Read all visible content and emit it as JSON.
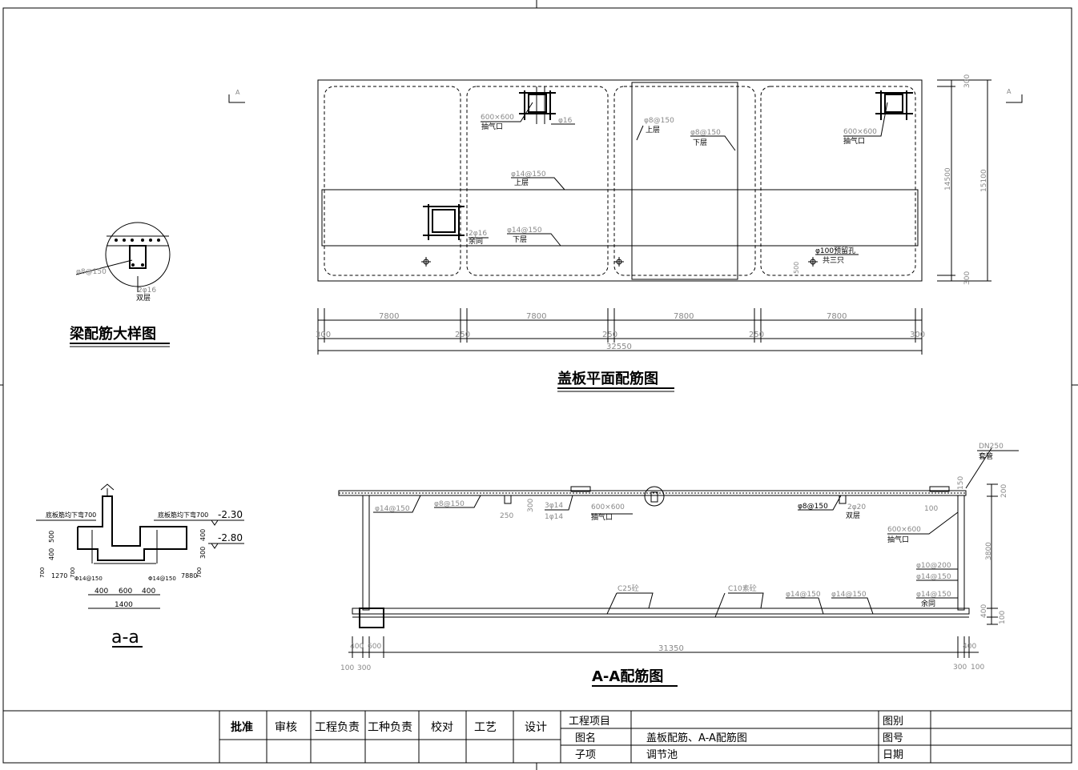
{
  "beam_detail": {
    "title": "梁配筋大样图",
    "label_rebar": "φ8@150",
    "label_bar": "2φ16",
    "label_layer": "双层"
  },
  "plan": {
    "title": "盖板平面配筋图",
    "section_mark": "A",
    "labels": {
      "vent_size_1": "600×600",
      "vent_1": "抽气口",
      "bar_16a": "φ16",
      "bar_8_top": "φ8@150",
      "top_layer_1": "上层",
      "bar_8_bot": "φ8@150",
      "bot_layer_1": "下层",
      "vent_size_2": "600×600",
      "vent_2": "抽气口",
      "bar_14_top": "φ14@150",
      "top_layer_2": "上层",
      "bar_14_bot": "φ14@150",
      "bot_layer_2": "下层",
      "bar_16b": "2φ16",
      "same": "余同",
      "hole": "φ100预留孔",
      "hole_count": "共三只",
      "dim_500": "500"
    },
    "dims_top": [
      "7800",
      "7800",
      "7800",
      "7800"
    ],
    "dims_mid": [
      "300",
      "250",
      "250",
      "250",
      "300"
    ],
    "dim_total": "32550",
    "dims_right": [
      "300",
      "14500",
      "300"
    ],
    "dim_right_total": "15100"
  },
  "section_small": {
    "title": "a-a",
    "note_left": "底板筋均下弯700",
    "note_right": "底板筋均下弯700",
    "elev_1": "-2.30",
    "elev_2": "-2.80",
    "dim_500": "500",
    "dim_400": "400",
    "dim_400b": "400",
    "dim_300": "300",
    "dim_700a": "700",
    "dim_700b": "700",
    "dim_700c": "700",
    "dim_1270": "1270",
    "dim_7880": "7880",
    "bar_a": "Φ14@150",
    "bar_b": "Φ14@150",
    "dims_bottom": [
      "400",
      "600",
      "400"
    ],
    "dim_total": "1400"
  },
  "section_aa": {
    "title": "A-A配筋图",
    "labels": {
      "l1": "φ14@150",
      "l2": "φ8@150",
      "l3": "3φ14",
      "l4": "1φ14",
      "l5": "600×600",
      "l6": "抽气口",
      "l7": "φ8@150",
      "l8": "2φ20",
      "l9": "双层",
      "l10": "DN250",
      "l11": "套管",
      "l12": "600×600",
      "l13": "抽气口",
      "l14": "φ10@200",
      "l15": "φ14@150",
      "l16": "φ14@150",
      "l17": "余同",
      "l18": "C25砼",
      "l19": "C10素砼",
      "l20": "φ14@150",
      "l21": "φ14@150",
      "d250": "250",
      "d300": "300",
      "d100": "100",
      "d150": "150"
    },
    "dims_right": [
      "200",
      "3800",
      "400",
      "100"
    ],
    "dims_bottom_top": [
      "400",
      "600",
      "31350",
      "400"
    ],
    "dims_bottom_low": [
      "100",
      "300",
      "300",
      "100"
    ]
  },
  "title_block": {
    "sign_headers": [
      "批准",
      "审核",
      "工程负责",
      "工种负责",
      "校对",
      "工艺",
      "设计"
    ],
    "project_label": "工程项目",
    "drawing_name_label": "图名",
    "drawing_name": "盖板配筋、A-A配筋图",
    "sub_item_label": "子项",
    "sub_item": "调节池",
    "category_label": "图别",
    "number_label": "图号",
    "date_label": "日期"
  }
}
